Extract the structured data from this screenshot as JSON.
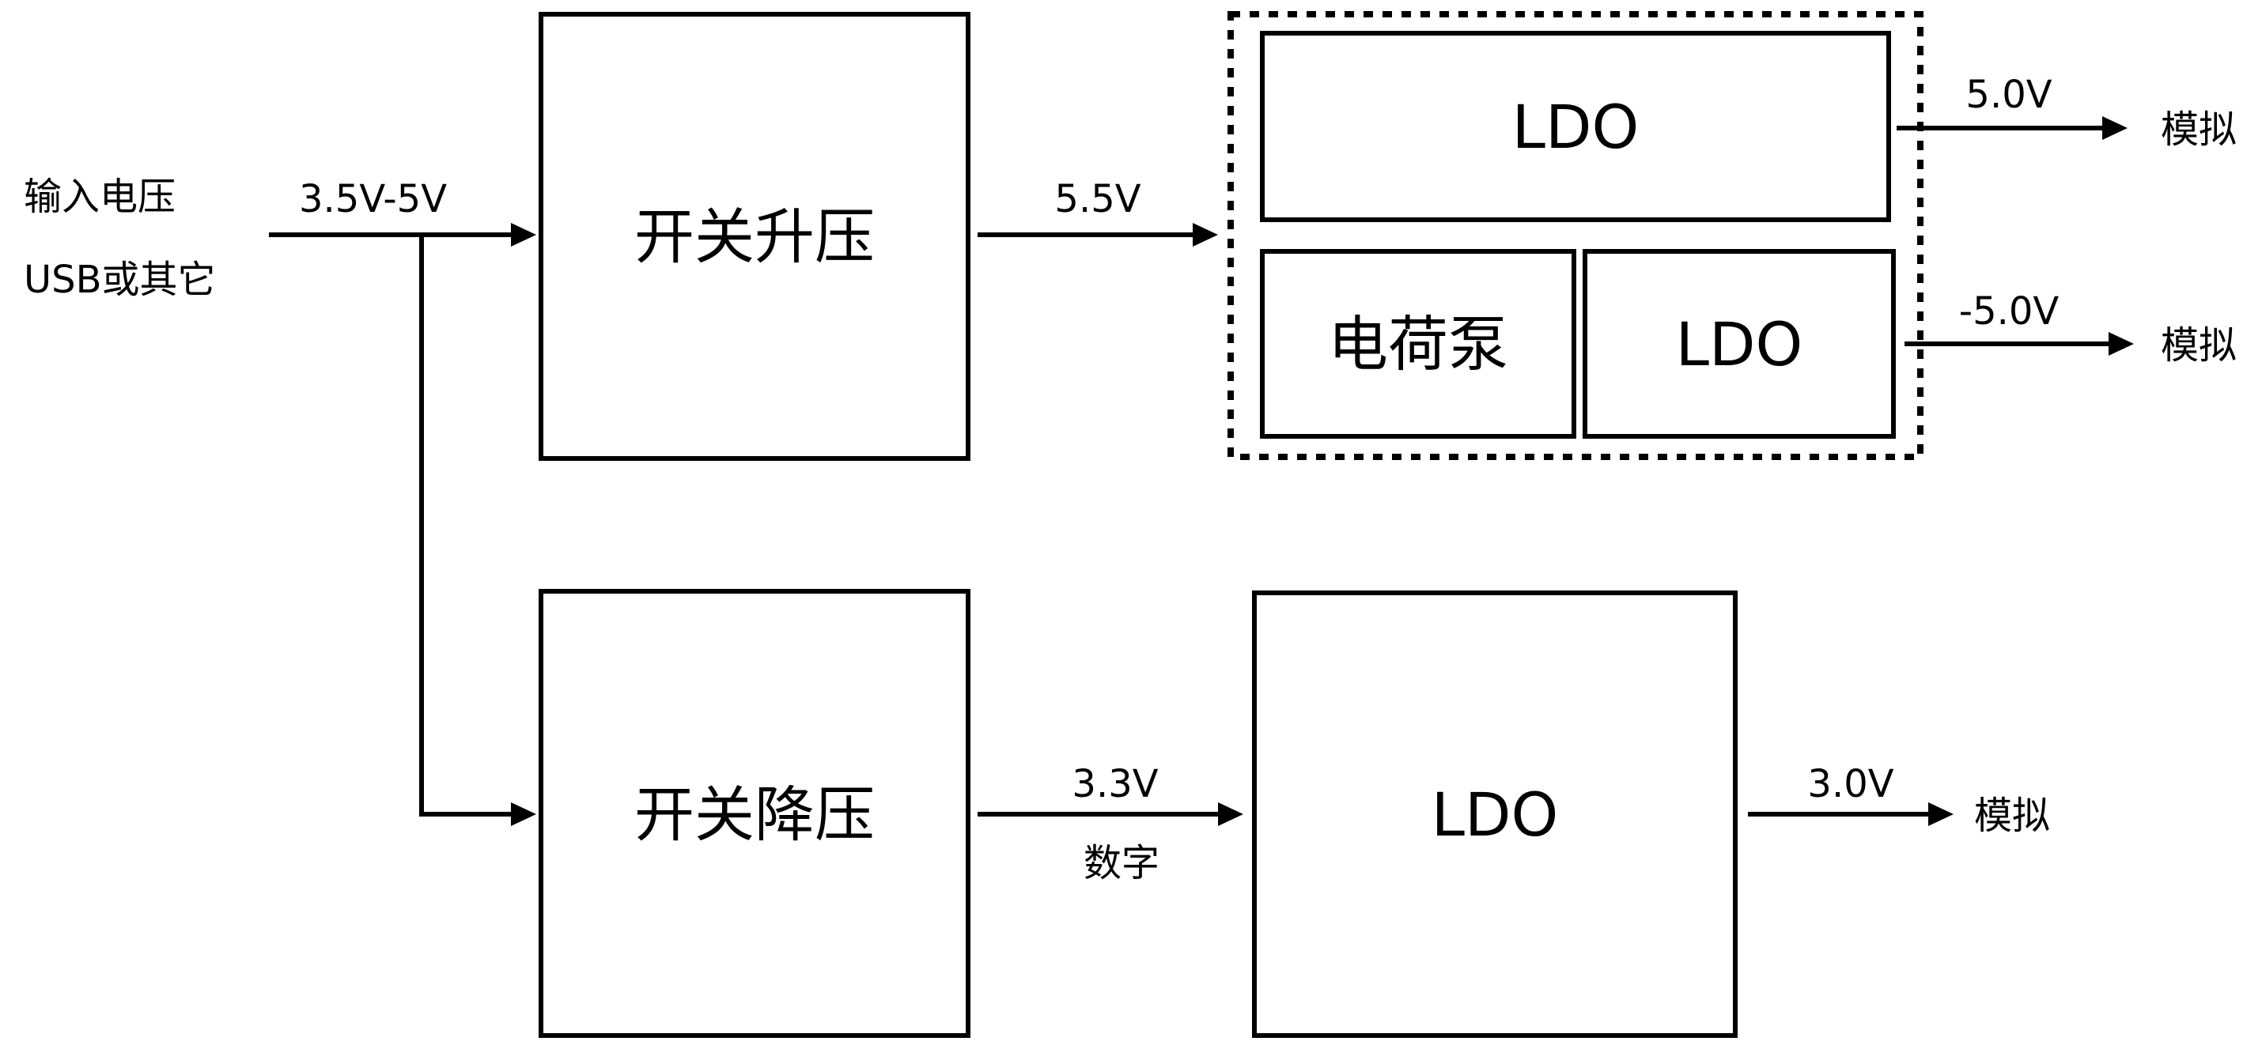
{
  "input": {
    "line1": "输入电压",
    "line2": "USB或其它",
    "voltage": "3.5V-5V"
  },
  "blocks": {
    "boost": "开关升压",
    "buck": "开关降压",
    "ldo_top": "LDO",
    "charge_pump": "电荷泵",
    "ldo_neg": "LDO",
    "ldo_bottom": "LDO"
  },
  "edges": {
    "boost_out": "5.5V",
    "buck_out": "3.3V",
    "buck_out_sub": "数字",
    "ldo_top_out": "5.0V",
    "ldo_neg_out": "-5.0V",
    "ldo_bottom_out": "3.0V"
  },
  "outputs": {
    "ldo_top_dest": "模拟",
    "ldo_neg_dest": "模拟",
    "ldo_bottom_dest": "模拟"
  }
}
